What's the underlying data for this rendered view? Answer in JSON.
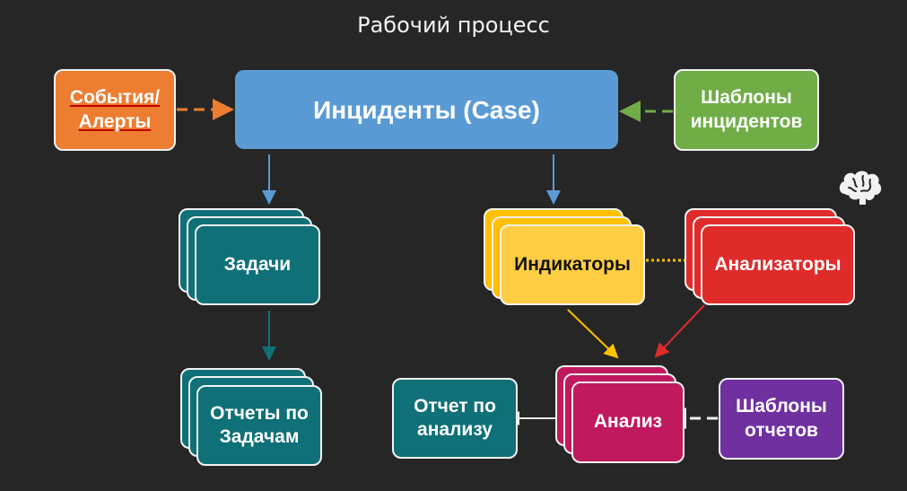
{
  "title": "Рабочий процесс",
  "nodes": {
    "events": {
      "label": "События/ Алерты",
      "color": "#ed7d31"
    },
    "incidents": {
      "label": "Инциденты (Case)",
      "color": "#5b9bd5"
    },
    "incident_templates": {
      "label": "Шаблоны инцидентов",
      "color": "#70ad47"
    },
    "tasks": {
      "label": "Задачи",
      "color": "#107078"
    },
    "task_reports": {
      "label": "Отчеты по Задачам",
      "color": "#107078"
    },
    "indicators": {
      "label": "Индикаторы",
      "color": "#ffc000"
    },
    "analyzers": {
      "label": "Анализаторы",
      "color": "#e02b2b"
    },
    "analysis": {
      "label": "Анализ",
      "color": "#c0195e"
    },
    "analysis_report": {
      "label": "Отчет по анализу",
      "color": "#107078"
    },
    "report_templates": {
      "label": "Шаблоны отчетов",
      "color": "#7030a0"
    }
  },
  "icons": {
    "brain": "brain-icon"
  }
}
